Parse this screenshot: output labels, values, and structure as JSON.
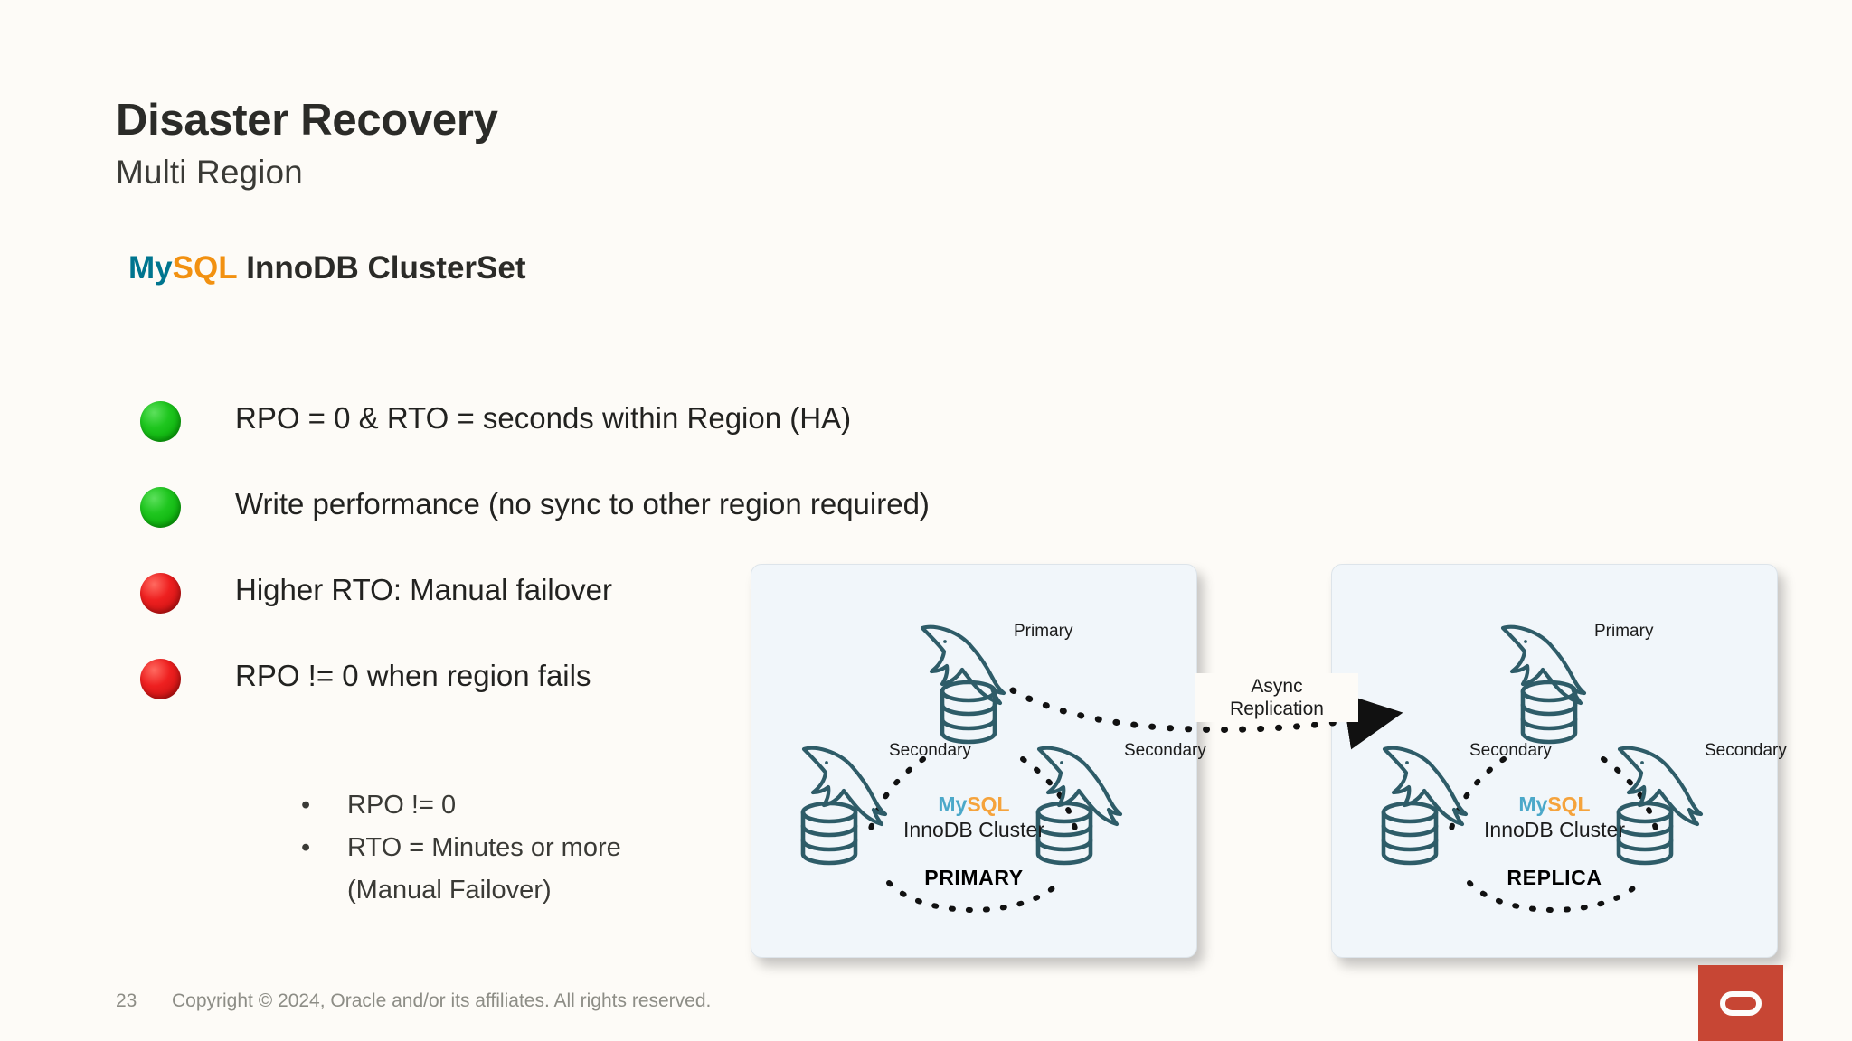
{
  "slide": {
    "title": "Disaster Recovery",
    "subtitle": "Multi Region",
    "product_heading": {
      "my": "My",
      "sql": "SQL",
      "rest": " InnoDB ClusterSet"
    },
    "background_color": "#FDFBF7"
  },
  "bullets": [
    {
      "status": "good",
      "color": "#1FC61F",
      "text": "RPO = 0 & RTO = seconds within Region (HA)"
    },
    {
      "status": "good",
      "color": "#1FC61F",
      "text": "Write performance (no sync to other region required)"
    },
    {
      "status": "bad",
      "color": "#EE2020",
      "text": "Higher RTO: Manual failover"
    },
    {
      "status": "bad",
      "color": "#EE2020",
      "text": "RPO != 0 when region fails"
    }
  ],
  "sub_bullets": [
    {
      "marker": "•",
      "text": "RPO != 0",
      "continuation": ""
    },
    {
      "marker": "•",
      "text": "RTO = Minutes or more",
      "continuation": "(Manual Failover)"
    }
  ],
  "diagram": {
    "link_label_line1": "Async",
    "link_label_line2": "Replication",
    "node_stroke_color": "#2E5C68",
    "panels": [
      {
        "id": "primary",
        "role": "PRIMARY",
        "product_my": "My",
        "product_sql": "SQL",
        "product_name": "InnoDB Cluster",
        "nodes": [
          {
            "position": "top",
            "label": "Primary"
          },
          {
            "position": "left",
            "label": "Secondary"
          },
          {
            "position": "right",
            "label": "Secondary"
          }
        ]
      },
      {
        "id": "replica",
        "role": "REPLICA",
        "product_my": "My",
        "product_sql": "SQL",
        "product_name": "InnoDB Cluster",
        "nodes": [
          {
            "position": "top",
            "label": "Primary"
          },
          {
            "position": "left",
            "label": "Secondary"
          },
          {
            "position": "right",
            "label": "Secondary"
          }
        ]
      }
    ]
  },
  "footer": {
    "page_number": "23",
    "copyright": "Copyright © 2024, Oracle and/or its affiliates. All rights reserved.",
    "logo_color": "#C74634",
    "logo_name": "oracle-logo"
  }
}
